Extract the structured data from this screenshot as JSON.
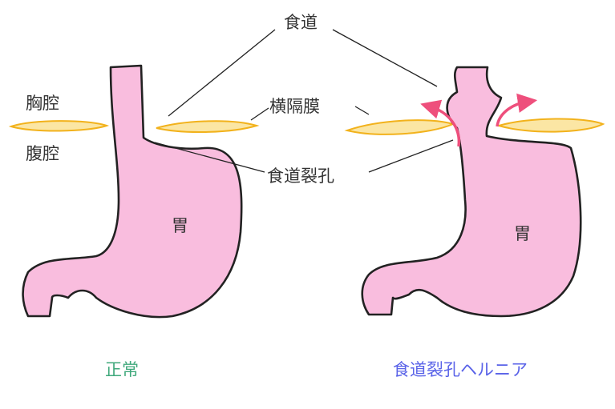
{
  "labels": {
    "esophagus": "食道",
    "thoracic_cavity": "胸腔",
    "abdominal_cavity": "腹腔",
    "diaphragm": "横隔膜",
    "esophageal_hiatus": "食道裂孔",
    "stomach_left": "胃",
    "stomach_right": "胃"
  },
  "captions": {
    "normal": "正常",
    "hernia": "食道裂孔ヘルニア"
  },
  "colors": {
    "stomach_fill": "#F9BDDE",
    "outline": "#222222",
    "diaphragm_fill": "#FBE6A4",
    "diaphragm_stroke": "#F2B21C",
    "arrow": "#EE4F7C",
    "caption_normal": "#3FA87B",
    "caption_hernia": "#5A63E8",
    "label_text": "#333333"
  }
}
